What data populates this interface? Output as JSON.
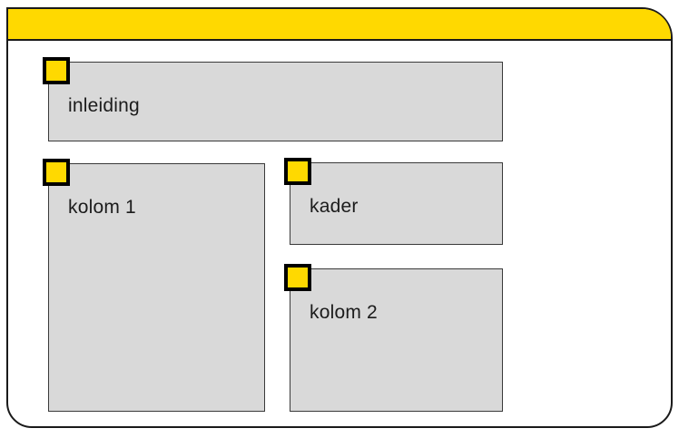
{
  "colors": {
    "accent": "#ffd900",
    "panel": "#d9d9d9",
    "frame_border": "#1a1a1a",
    "region_border": "#3a3a3a",
    "marker_border": "#000000",
    "text": "#1c1c1c",
    "background": "#ffffff"
  },
  "regions": [
    {
      "id": "inleiding",
      "label": "inleiding"
    },
    {
      "id": "kolom-1",
      "label": "kolom 1"
    },
    {
      "id": "kader",
      "label": "kader"
    },
    {
      "id": "kolom-2",
      "label": "kolom 2"
    }
  ]
}
